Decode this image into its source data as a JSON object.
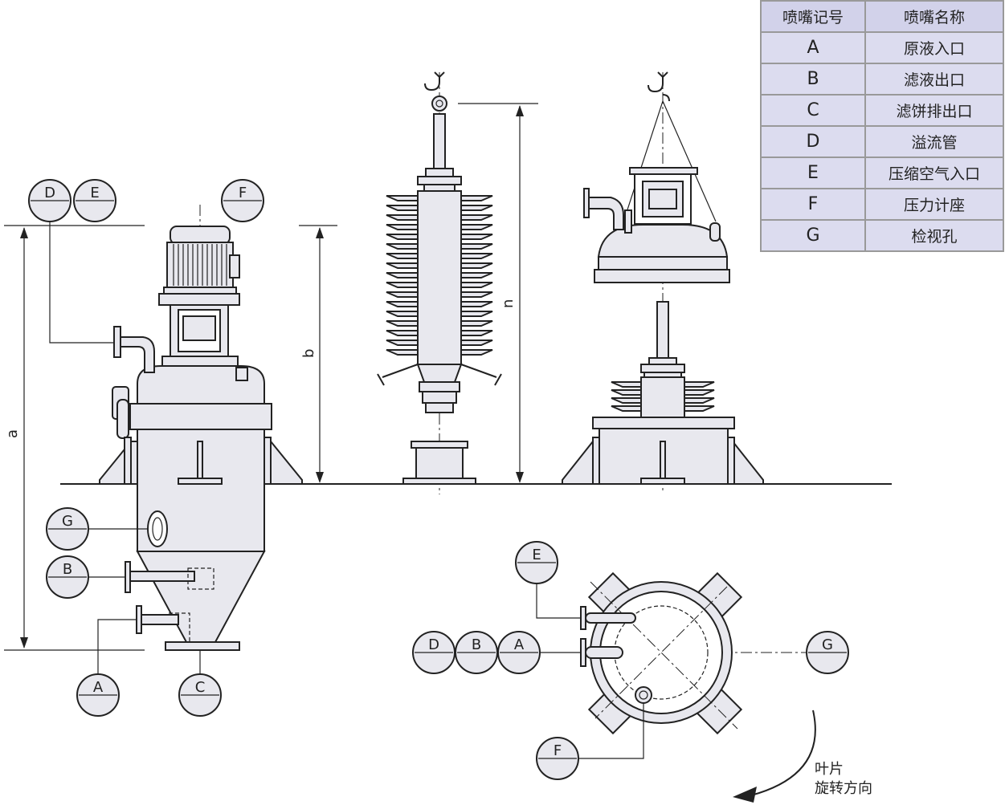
{
  "legend": {
    "headers": [
      "喷嘴记号",
      "喷嘴名称"
    ],
    "rows": [
      {
        "code": "A",
        "name": "原液入口"
      },
      {
        "code": "B",
        "name": "滤液出口"
      },
      {
        "code": "C",
        "name": "滤饼排出口"
      },
      {
        "code": "D",
        "name": "溢流管"
      },
      {
        "code": "E",
        "name": "压缩空气入口"
      },
      {
        "code": "F",
        "name": "压力计座"
      },
      {
        "code": "G",
        "name": "检视孔"
      }
    ]
  },
  "dimensions": {
    "a": "a",
    "b": "b",
    "n": "n"
  },
  "callouts": {
    "side_D": "D",
    "side_E": "E",
    "side_F": "F",
    "side_G": "G",
    "side_B": "B",
    "side_A": "A",
    "side_C": "C",
    "plan_E": "E",
    "plan_D": "D",
    "plan_B": "B",
    "plan_A": "A",
    "plan_G": "G",
    "plan_F": "F"
  },
  "rotation_note": {
    "line1": "叶片",
    "line2": "旋转方向"
  }
}
